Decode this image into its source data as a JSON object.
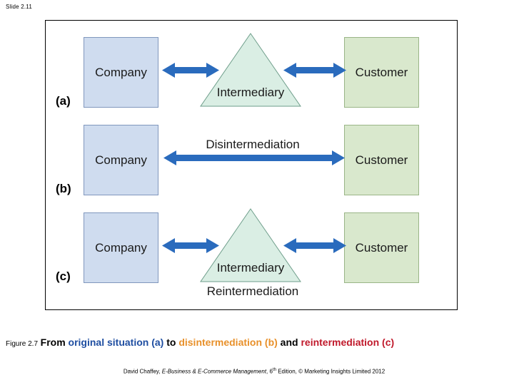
{
  "slide": {
    "label": "Slide 2.11"
  },
  "diagram": {
    "rows": [
      {
        "key": "a",
        "row_label": "(a)",
        "left_box": "Company",
        "right_box": "Customer",
        "middle_shape": "triangle",
        "middle_label": "Intermediary",
        "bottom_label": "",
        "arrows": 2
      },
      {
        "key": "b",
        "row_label": "(b)",
        "left_box": "Company",
        "right_box": "Customer",
        "middle_shape": "none",
        "middle_label": "",
        "top_label": "Disintermediation",
        "arrows": 1
      },
      {
        "key": "c",
        "row_label": "(c)",
        "left_box": "Company",
        "right_box": "Customer",
        "middle_shape": "triangle",
        "middle_label": "Intermediary",
        "bottom_label": "Reintermediation",
        "arrows": 2
      }
    ],
    "colors": {
      "company_fill": "#cfdcef",
      "customer_fill": "#d9e8cd",
      "triangle_fill": "#daeee4",
      "arrow": "#2a6bbd"
    }
  },
  "caption": {
    "figure_number": "Figure 2.7",
    "part1": "From ",
    "part2": "original situation (a)",
    "part3": " to ",
    "part4": "disintermediation (b)",
    "part5": " and ",
    "part6": "reintermediation (c)"
  },
  "credit": {
    "author": "David Chaffey, ",
    "title": "E-Business & E-Commerce Management",
    "edition_pre": ", 6",
    "edition_sup": "th",
    "edition_post": " Edition, © Marketing Insights Limited 2012"
  }
}
